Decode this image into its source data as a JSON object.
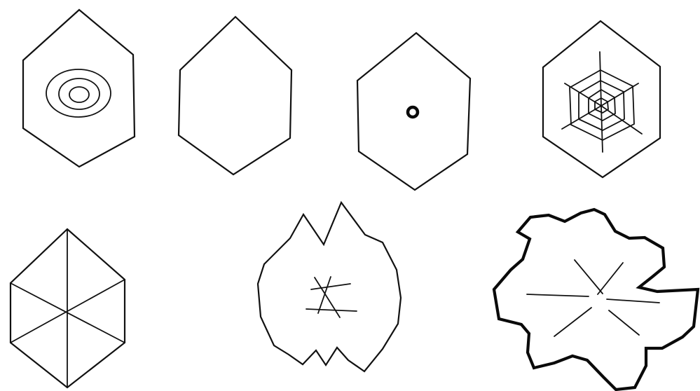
{
  "figure": {
    "background_color": "#ffffff",
    "line_color": "#111111",
    "shapes": [
      {
        "id": "hexagon-concentric-rings",
        "description_icon": "hexagon-with-concentric-rings-icon"
      },
      {
        "id": "hexagon-plain",
        "description_icon": "plain-hexagon-icon"
      },
      {
        "id": "hexagon-center-dot",
        "description_icon": "hexagon-with-center-dot-icon"
      },
      {
        "id": "hexagon-spiderweb",
        "description_icon": "hexagon-with-web-pattern-icon"
      },
      {
        "id": "hexagon-six-spokes",
        "description_icon": "hexagon-divided-into-triangles-icon"
      },
      {
        "id": "irregular-jagged-asterisk",
        "description_icon": "jagged-crystal-with-star-icon"
      },
      {
        "id": "six-armed-star",
        "description_icon": "six-arm-crystal-icon"
      }
    ]
  }
}
